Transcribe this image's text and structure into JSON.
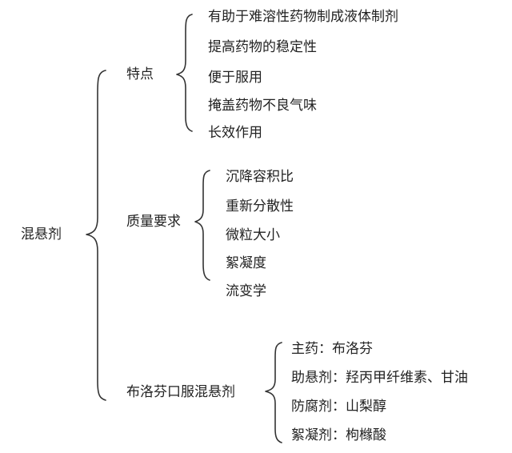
{
  "root": "混悬剂",
  "branches": [
    {
      "label": "特点",
      "items": [
        "有助于难溶性药物制成液体制剂",
        "提高药物的稳定性",
        "便于服用",
        "掩盖药物不良气味",
        "长效作用"
      ]
    },
    {
      "label": "质量要求",
      "items": [
        "沉降容积比",
        "重新分散性",
        "微粒大小",
        "絮凝度",
        "流变学"
      ]
    },
    {
      "label": "布洛芬口服混悬剂",
      "items": [
        "主药：布洛芬",
        "助悬剂：羟丙甲纤维素、甘油",
        "防腐剂：山梨醇",
        "絮凝剂：枸橼酸"
      ]
    }
  ]
}
